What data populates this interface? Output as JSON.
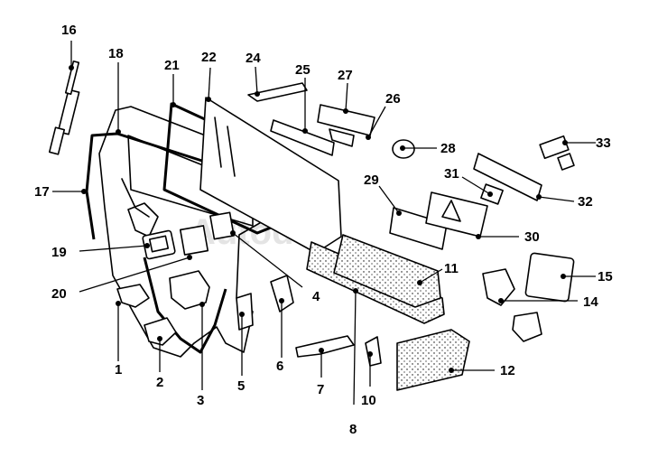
{
  "diagram": {
    "watermark": "Autodoc",
    "callouts": [
      {
        "id": "1",
        "text": "1"
      },
      {
        "id": "2",
        "text": "2"
      },
      {
        "id": "3",
        "text": "3"
      },
      {
        "id": "4",
        "text": "4"
      },
      {
        "id": "5",
        "text": "5"
      },
      {
        "id": "6",
        "text": "6"
      },
      {
        "id": "7",
        "text": "7"
      },
      {
        "id": "8",
        "text": "8"
      },
      {
        "id": "10",
        "text": "10"
      },
      {
        "id": "11",
        "text": "11"
      },
      {
        "id": "12",
        "text": "12"
      },
      {
        "id": "14",
        "text": "14"
      },
      {
        "id": "15",
        "text": "15"
      },
      {
        "id": "16",
        "text": "16"
      },
      {
        "id": "17",
        "text": "17"
      },
      {
        "id": "18",
        "text": "18"
      },
      {
        "id": "19",
        "text": "19"
      },
      {
        "id": "20",
        "text": "20"
      },
      {
        "id": "21",
        "text": "21"
      },
      {
        "id": "22",
        "text": "22"
      },
      {
        "id": "24",
        "text": "24"
      },
      {
        "id": "25",
        "text": "25"
      },
      {
        "id": "26",
        "text": "26"
      },
      {
        "id": "27",
        "text": "27"
      },
      {
        "id": "28",
        "text": "28"
      },
      {
        "id": "29",
        "text": "29"
      },
      {
        "id": "30",
        "text": "30"
      },
      {
        "id": "31",
        "text": "31"
      },
      {
        "id": "32",
        "text": "32"
      },
      {
        "id": "33",
        "text": "33"
      }
    ]
  }
}
